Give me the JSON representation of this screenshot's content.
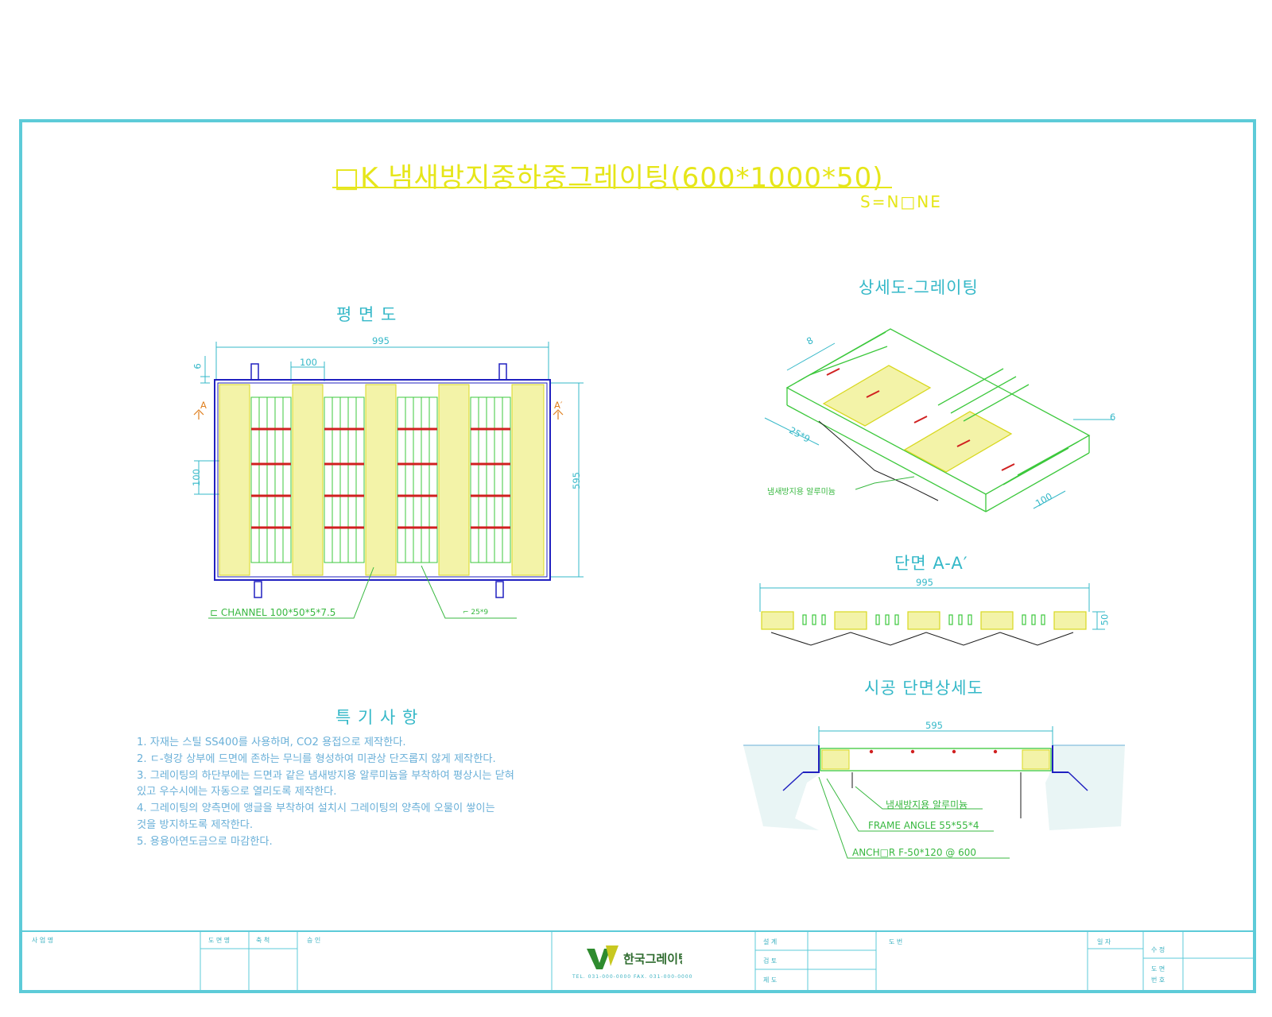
{
  "title": "□K 냄새방지중하중그레이팅(600*1000*50)",
  "scale": "S=N□NE",
  "views": {
    "plan": "평   면   도",
    "detail": "상세도-그레이팅",
    "section": "단면 A-A′",
    "install": "시공  단면상세도",
    "notes_heading": "특   기   사   항"
  },
  "plan_dims": {
    "width": "995",
    "pitch_top": "100",
    "pitch_left": "100",
    "height": "595",
    "gap": "6",
    "mark_a": "A",
    "mark_a2": "A′"
  },
  "plan_callouts": {
    "channel": "⊏ CHANNEL  100*50*5*7.5",
    "flat_bar": "⌐ 25*9"
  },
  "detail_dims": {
    "d8": "8",
    "d6": "6",
    "d25": "25*9",
    "d100": "100",
    "label": "냄새방지용 알루미늄"
  },
  "section_dims": {
    "width": "995",
    "height": "50"
  },
  "install_dims": {
    "width": "595",
    "label1": "냄새방지용 알루미늄",
    "label2": "FRAME ANGLE 55*55*4",
    "label3": "ANCH□R  F-50*120  @  600"
  },
  "notes": [
    "1.  자재는 스틸 SS400를 사용하며, CO2 용접으로 제작한다.",
    "2.  ㄷ-형강 상부에 드면에 존하는 무늬를 형성하여 미관상 단즈롭지 않게 제작한다.",
    "3.  그레이팅의 하단부에는 드면과 같은 냄새방지용    알루미늄을  부착하여 평상시는 닫혀",
    "있고 우수시에는 자동으로 열리도록 제작한다.",
    "4.  그레이팅의 양측면에 앵글을 부착하여 설치시 그레이팅의 양측에 오물이 쌓이는",
    "것을 방지하도록 제작한다.",
    "5.  용융아연도금으로 마감한다."
  ],
  "titleblock": {
    "c1": "사 업 명",
    "c2": "도 면 명",
    "c3": "축 척",
    "c4": "승 인",
    "c5": "설 계",
    "c6": "검 토",
    "c7": "제 도",
    "c8": "도 번",
    "c9": "일 자",
    "c10": "수 정",
    "c11": "도 면",
    "c12": "번 호",
    "company": "한국그레이팅",
    "company_sub": "TEL. 031-000-0000  FAX. 031-000-0000"
  },
  "colors": {
    "frame": "#5dcbd8",
    "yellow": "#e6e619",
    "green": "#3cc83c",
    "red": "#d02020",
    "blue": "#2020c0",
    "note": "#6ab0d8",
    "heading": "#35b8c8"
  }
}
